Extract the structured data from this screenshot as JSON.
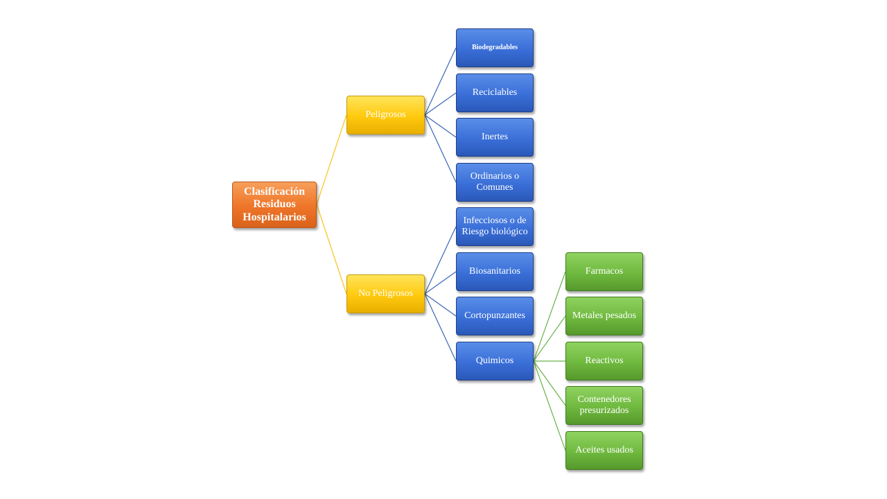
{
  "diagram": {
    "root": {
      "label": "Clasificación Residuos Hospitalarios"
    },
    "peligrosos": {
      "label": "Peligrosos",
      "children": [
        "Biodegradables",
        "Reciclables",
        "Inertes",
        "Ordinarios o Comunes"
      ]
    },
    "no_peligrosos": {
      "label": "No Peligrosos",
      "children": [
        "Infecciosos o de Riesgo biológico",
        "Biosanitarios",
        "Cortopunzantes",
        "Quimicos"
      ]
    },
    "quimicos_children": [
      "Farmacos",
      "Metales pesados",
      "Reactivos",
      "Contenedores presurizados",
      "Aceites usados"
    ],
    "colors": {
      "root": "#ee7428",
      "level1": "#ffc90e",
      "blue_nodes": "#3a6fd8",
      "green_nodes": "#6fb93f",
      "yellow_connector": "#f5c518",
      "blue_connector": "#3b66b8",
      "green_connector": "#6ab24a"
    }
  }
}
